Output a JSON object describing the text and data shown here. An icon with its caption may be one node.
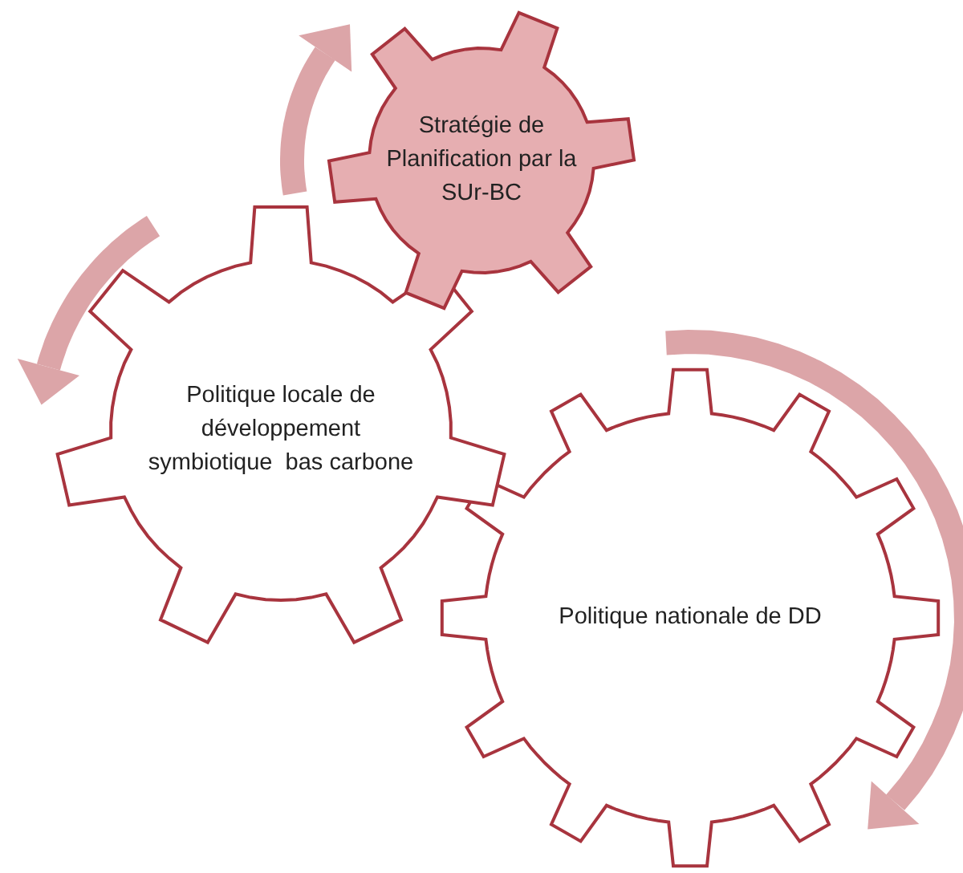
{
  "diagram": {
    "nodes": [
      {
        "text": [
          "Stratégie de Planification par la SUr-BC"
        ]
      },
      {
        "text": [
          "Politique locale de développement symbiotique  bas carbone"
        ]
      },
      {
        "text": [
          "Politique nationale de DD"
        ]
      }
    ]
  }
}
